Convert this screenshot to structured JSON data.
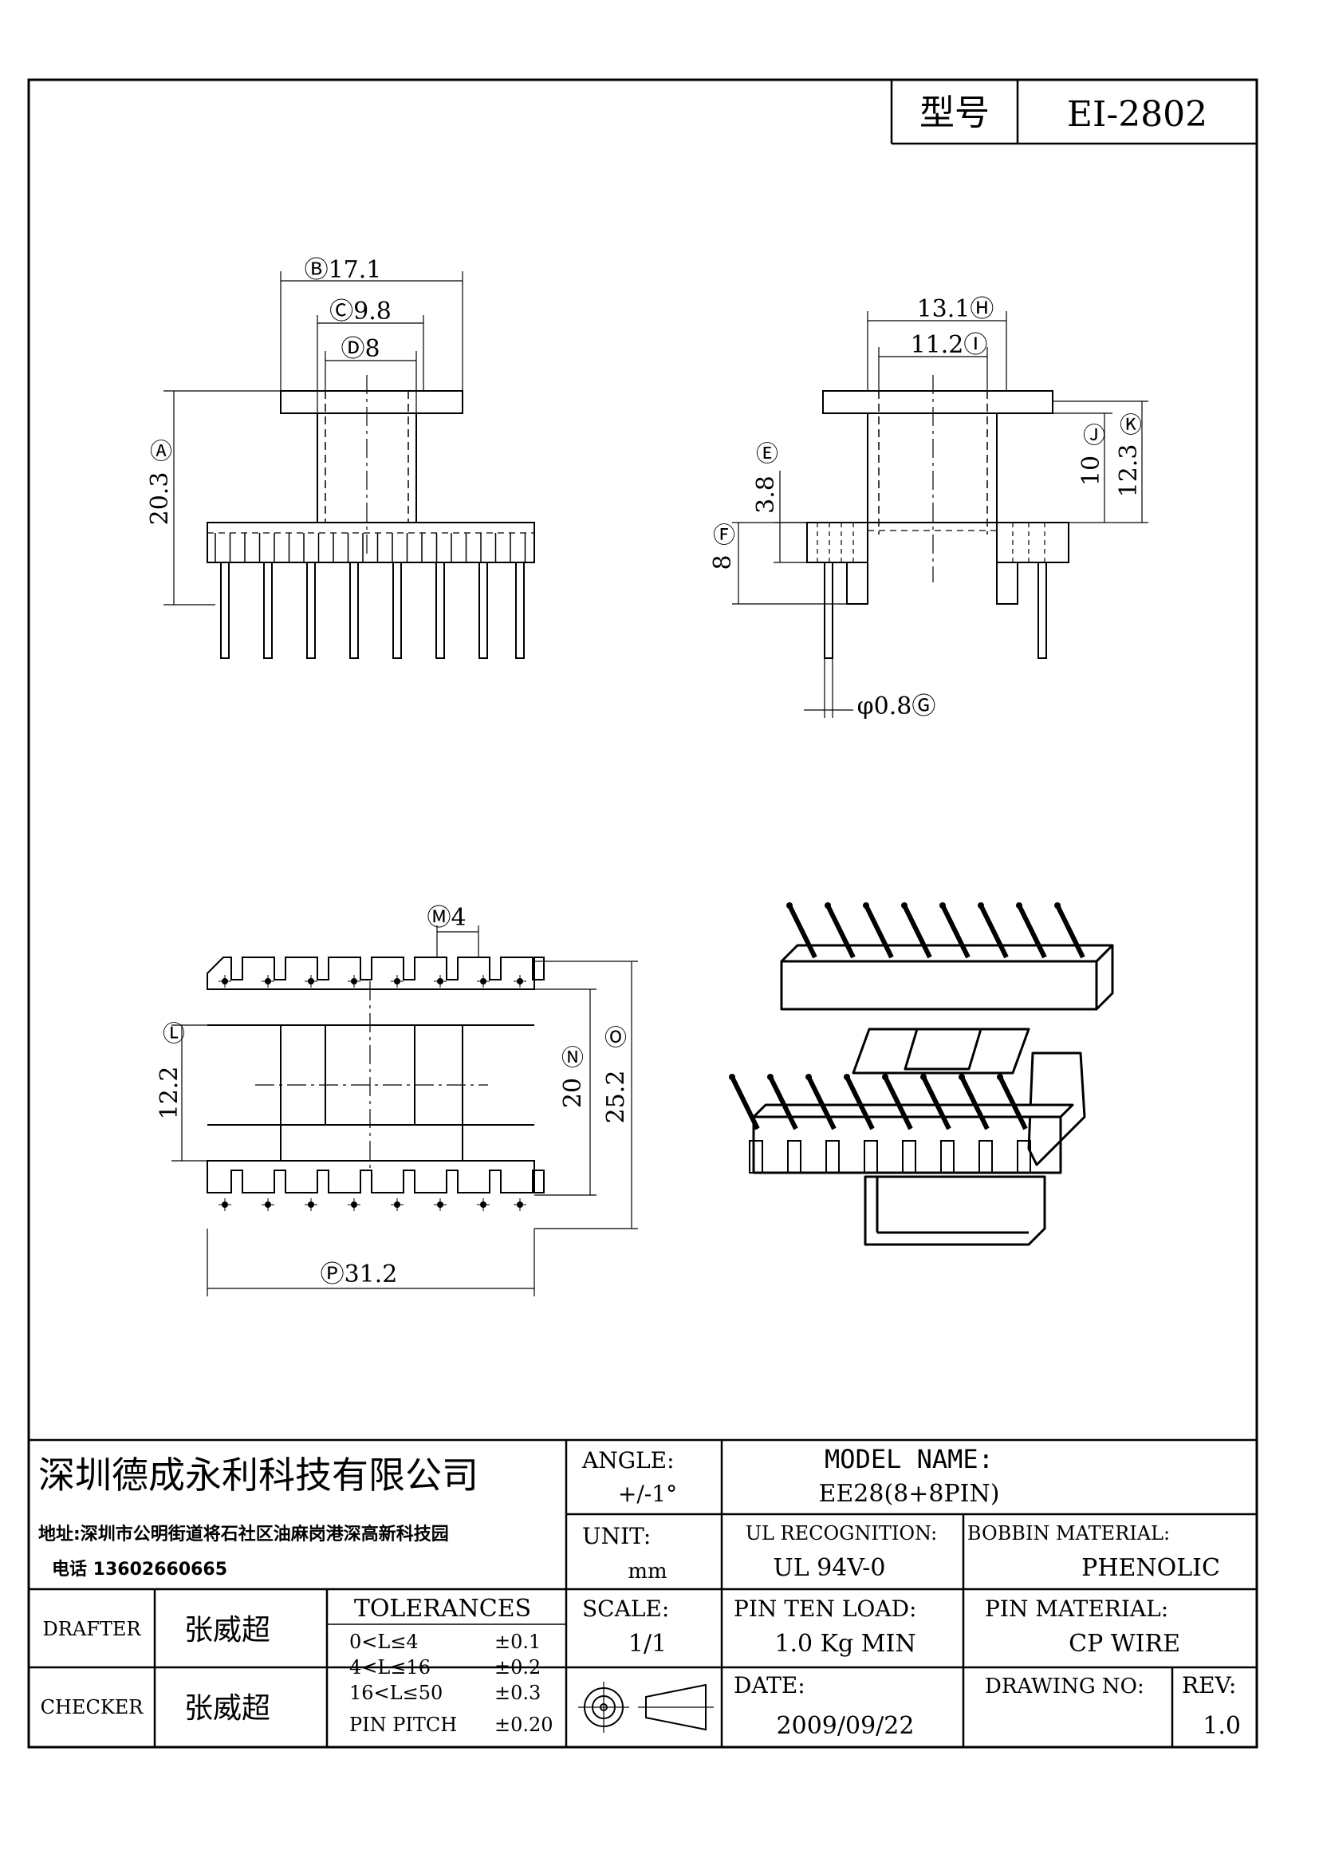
{
  "header": {
    "model_label": "型号",
    "model_value": "EI-2802"
  },
  "dims": {
    "B": "Ⓑ17.1",
    "C": "Ⓒ9.8",
    "D": "Ⓓ8",
    "A": "20.3",
    "A_mark": "Ⓐ",
    "H": "13.1Ⓗ",
    "I": "11.2Ⓘ",
    "E_mark": "Ⓔ",
    "E": "3.8",
    "F_mark": "Ⓕ",
    "F": "8",
    "J_mark": "Ⓙ",
    "J": "10",
    "K_mark": "Ⓚ",
    "K": "12.3",
    "G": "φ0.8Ⓖ",
    "M": "Ⓜ4",
    "L_mark": "Ⓛ",
    "L": "12.2",
    "N_mark": "Ⓝ",
    "N": "20",
    "O_mark": "Ⓞ",
    "O": "25.2",
    "P": "Ⓟ31.2"
  },
  "titleblock": {
    "company": "深圳德成永利科技有限公司",
    "address": "地址:深圳市公明街道将石社区油麻岗港深高新科技园",
    "phone": "电话 13602660665",
    "angle_label": "ANGLE:",
    "angle_value": "+/-1°",
    "model_name_label": "MODEL NAME:",
    "model_name_value": "EE28(8+8PIN)",
    "unit_label": "UNIT:",
    "unit_value": "mm",
    "ul_label": "UL RECOGNITION:",
    "ul_value": "UL 94V-0",
    "bobbin_label": "BOBBIN MATERIAL:",
    "bobbin_value": "PHENOLIC",
    "drafter_label": "DRAFTER",
    "drafter_value": "张威超",
    "checker_label": "CHECKER",
    "checker_value": "张威超",
    "tolerances_label": "TOLERANCES",
    "tolerances": [
      {
        "range": "0<L≤4",
        "value": "±0.1"
      },
      {
        "range": "4<L≤16",
        "value": "±0.2"
      },
      {
        "range": "16<L≤50",
        "value": "±0.3"
      },
      {
        "range": "PIN PITCH",
        "value": "±0.20"
      }
    ],
    "scale_label": "SCALE:",
    "scale_value": "1/1",
    "pin_ten_label": "PIN TEN LOAD:",
    "pin_ten_value": "1.0 Kg MIN",
    "pin_material_label": "PIN MATERIAL:",
    "pin_material_value": "CP WIRE",
    "date_label": "DATE:",
    "date_value": "2009/09/22",
    "drawing_no_label": "DRAWING NO:",
    "drawing_no_value": "",
    "rev_label": "REV:",
    "rev_value": "1.0"
  }
}
